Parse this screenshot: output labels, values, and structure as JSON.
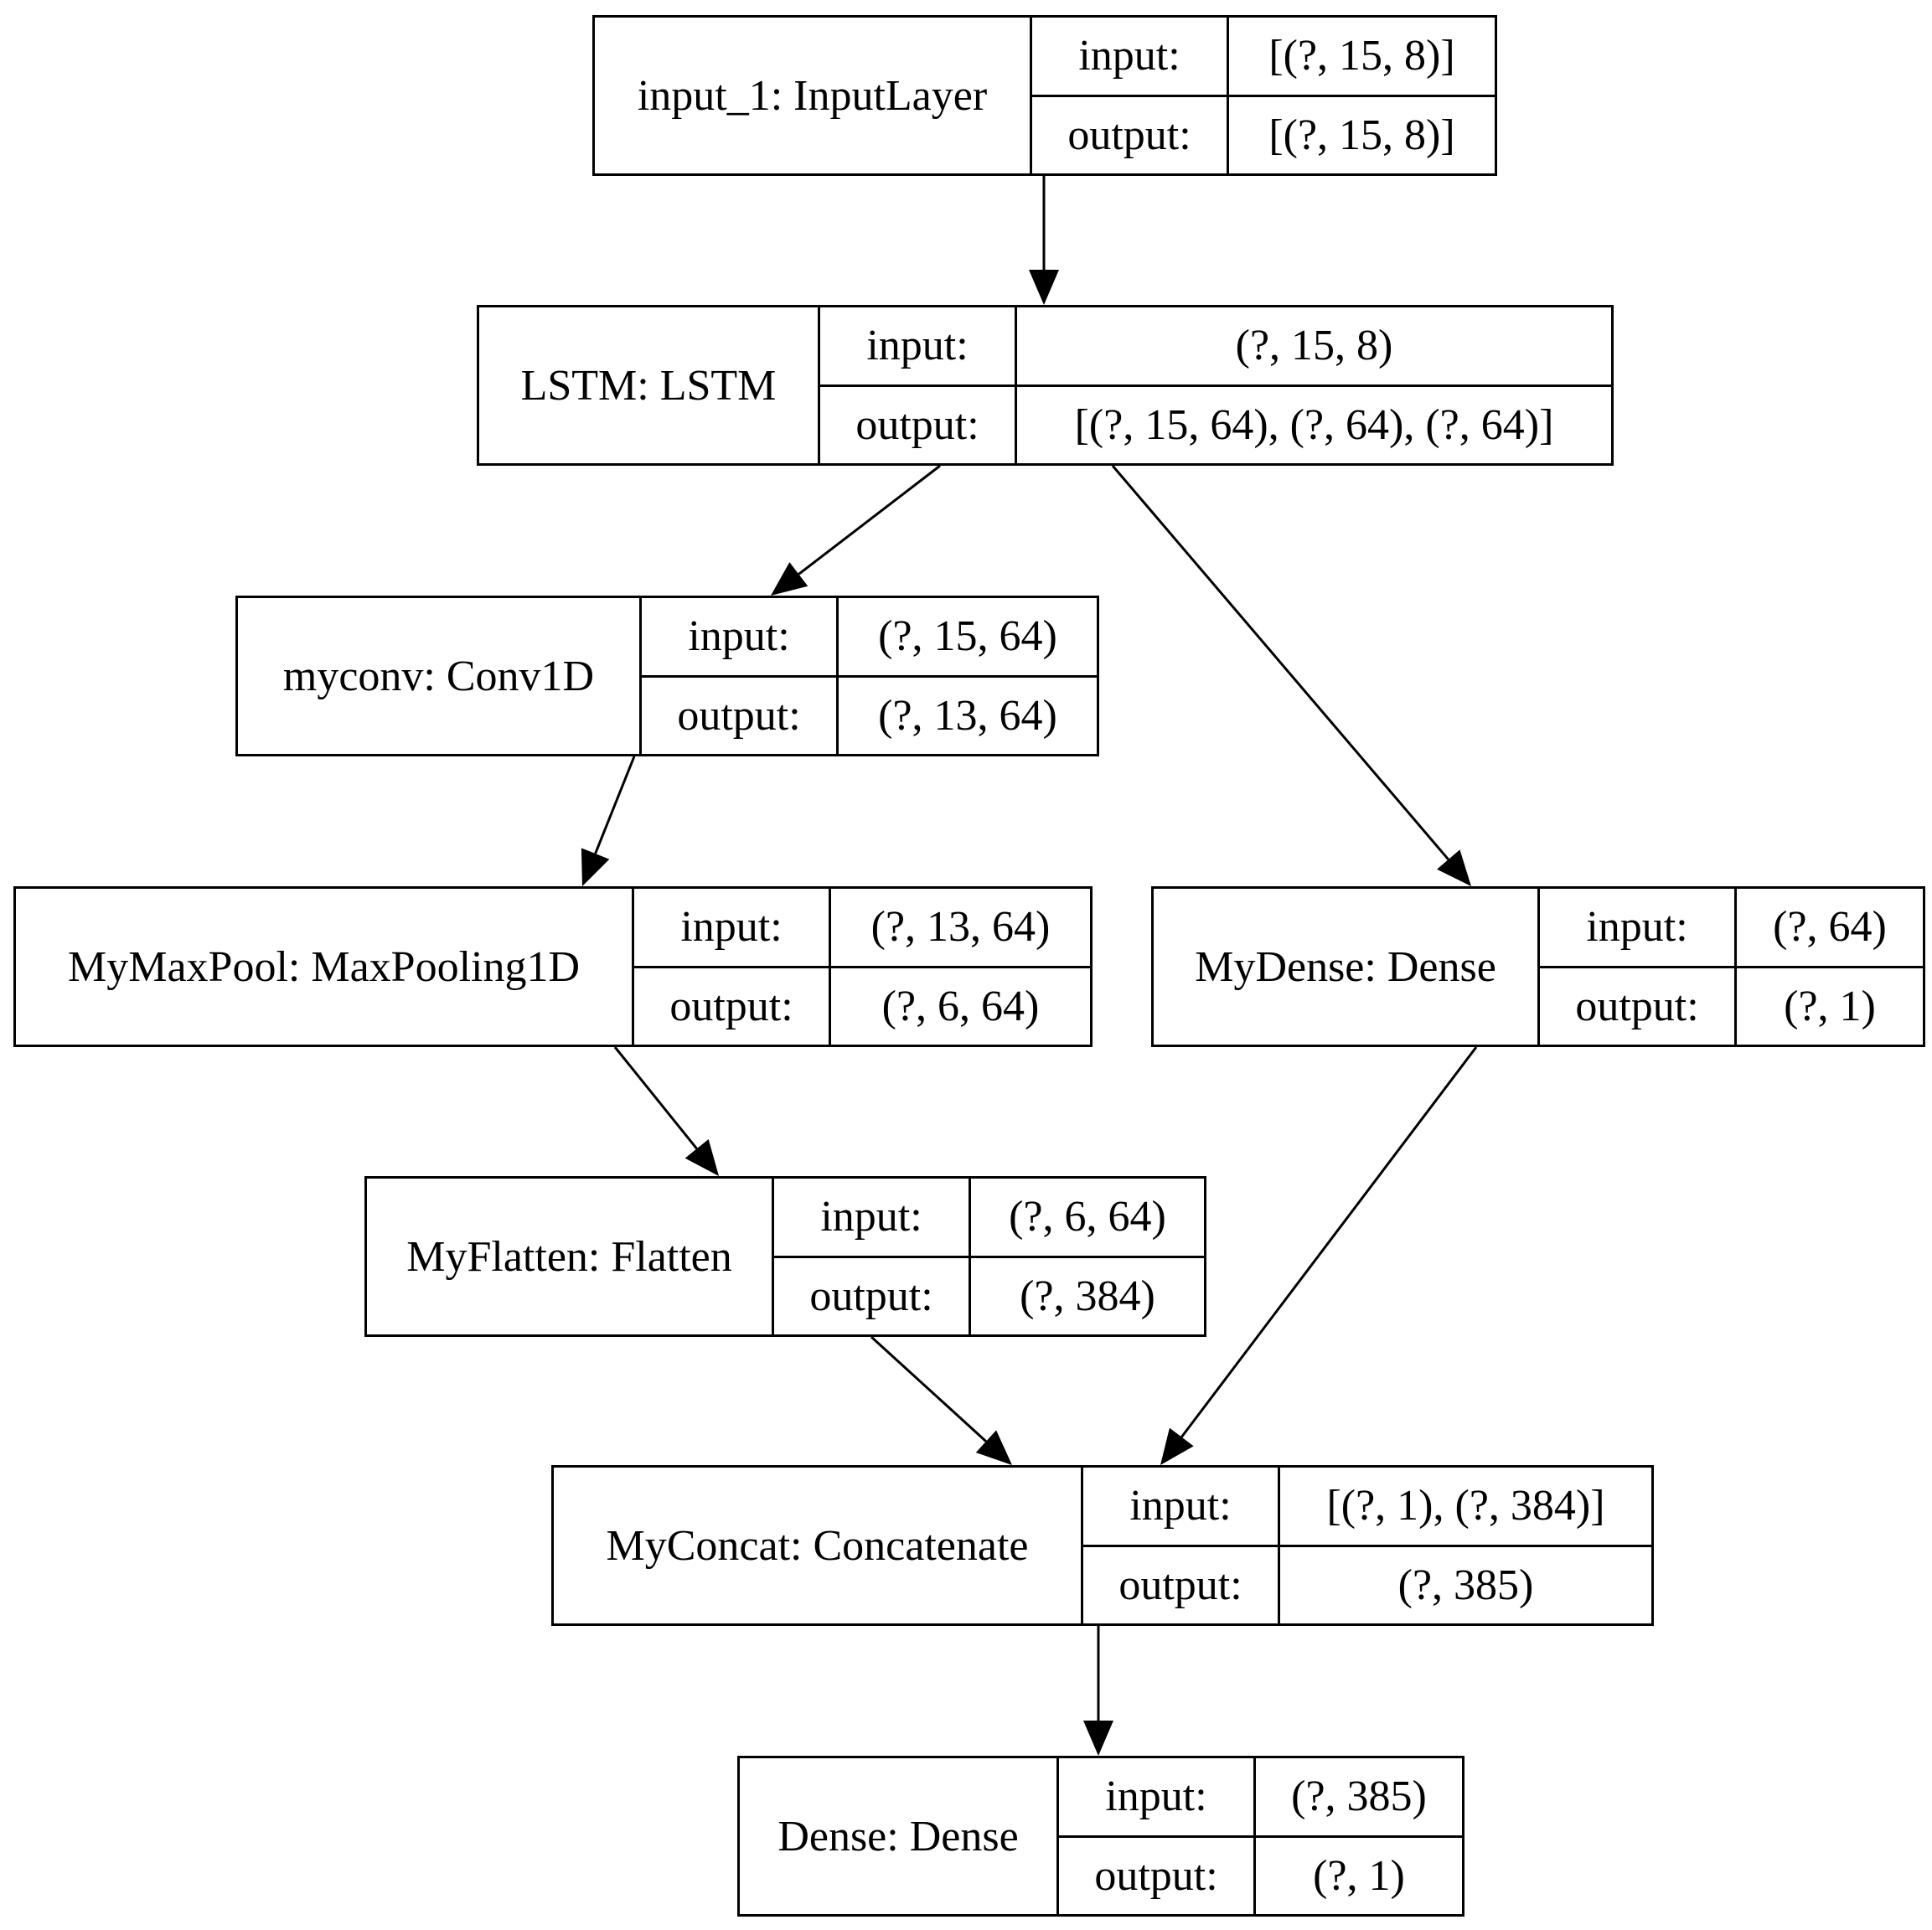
{
  "diagram": {
    "nodes": [
      {
        "id": "input_1",
        "name": "input_1: InputLayer",
        "input_label": "input:",
        "input_value": "[(?, 15, 8)]",
        "output_label": "output:",
        "output_value": "[(?, 15, 8)]"
      },
      {
        "id": "lstm",
        "name": "LSTM: LSTM",
        "input_label": "input:",
        "input_value": "(?, 15, 8)",
        "output_label": "output:",
        "output_value": "[(?, 15, 64), (?, 64), (?, 64)]"
      },
      {
        "id": "myconv",
        "name": "myconv: Conv1D",
        "input_label": "input:",
        "input_value": "(?, 15, 64)",
        "output_label": "output:",
        "output_value": "(?, 13, 64)"
      },
      {
        "id": "mymaxpool",
        "name": "MyMaxPool: MaxPooling1D",
        "input_label": "input:",
        "input_value": "(?, 13, 64)",
        "output_label": "output:",
        "output_value": "(?, 6, 64)"
      },
      {
        "id": "mydense",
        "name": "MyDense: Dense",
        "input_label": "input:",
        "input_value": "(?, 64)",
        "output_label": "output:",
        "output_value": "(?, 1)"
      },
      {
        "id": "myflatten",
        "name": "MyFlatten: Flatten",
        "input_label": "input:",
        "input_value": "(?, 6, 64)",
        "output_label": "output:",
        "output_value": "(?, 384)"
      },
      {
        "id": "myconcat",
        "name": "MyConcat: Concatenate",
        "input_label": "input:",
        "input_value": "[(?, 1), (?, 384)]",
        "output_label": "output:",
        "output_value": "(?, 385)"
      },
      {
        "id": "dense",
        "name": "Dense: Dense",
        "input_label": "input:",
        "input_value": "(?, 385)",
        "output_label": "output:",
        "output_value": "(?, 1)"
      }
    ],
    "edges": [
      {
        "from": "input_1",
        "to": "lstm"
      },
      {
        "from": "lstm",
        "to": "myconv"
      },
      {
        "from": "lstm",
        "to": "mydense"
      },
      {
        "from": "myconv",
        "to": "mymaxpool"
      },
      {
        "from": "mymaxpool",
        "to": "myflatten"
      },
      {
        "from": "myflatten",
        "to": "myconcat"
      },
      {
        "from": "mydense",
        "to": "myconcat"
      },
      {
        "from": "myconcat",
        "to": "dense"
      }
    ]
  }
}
